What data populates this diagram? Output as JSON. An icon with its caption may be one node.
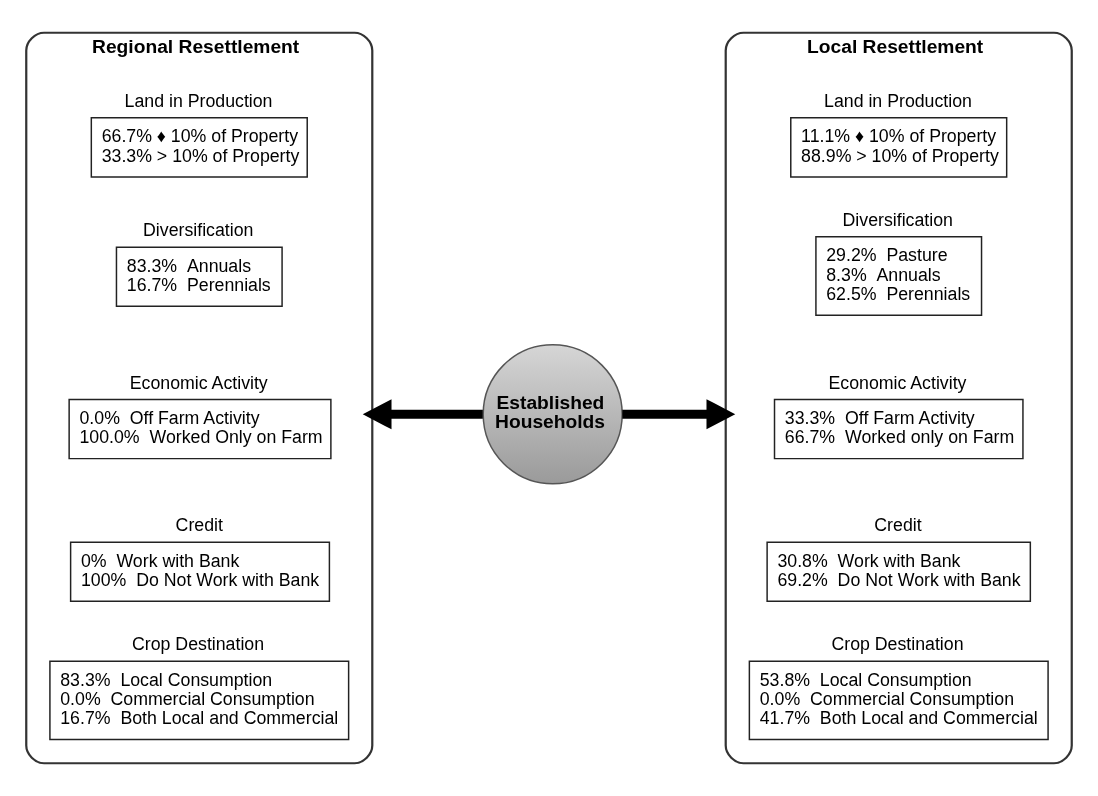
{
  "diagram": {
    "nodes": [
      {
        "text": [
          "Regional Resettlement"
        ]
      },
      {
        "text": [
          "Land in Production",
          "66.7% ♦ 10% of Property",
          "33.3% > 10% of Property"
        ],
        "in": 0
      },
      {
        "text": [
          "Diversification",
          "83.3%  Annuals",
          "16.7%  Perennials"
        ],
        "in": 0
      },
      {
        "text": [
          "Economic Activity",
          "0.0%  Off Farm Activity",
          "100.0%  Worked Only on Farm"
        ],
        "in": 0
      },
      {
        "text": [
          "Credit",
          "0%  Work with Bank",
          "100%  Do Not Work with Bank"
        ],
        "in": 0
      },
      {
        "text": [
          "Crop Destination",
          "83.3%  Local Consumption",
          "0.0%  Commercial Consumption",
          "16.7%  Both Local and Commercial"
        ],
        "in": 0
      },
      {
        "text": [
          "Established Households"
        ]
      },
      {
        "text": [
          "Local Resettlement"
        ]
      },
      {
        "text": [
          "Land in Production",
          "11.1% ♦ 10% of Property",
          "88.9% > 10% of Property"
        ],
        "in": 7
      },
      {
        "text": [
          "Diversification",
          "29.2%  Pasture",
          "8.3%  Annuals",
          "62.5%  Perennials"
        ],
        "in": 7
      },
      {
        "text": [
          "Economic Activity",
          "33.3%  Off Farm Activity",
          "66.7%  Worked only on Farm"
        ],
        "in": 7
      },
      {
        "text": [
          "Credit",
          "30.8%  Work with Bank",
          "69.2%  Do Not Work with Bank"
        ],
        "in": 7
      },
      {
        "text": [
          "Crop Destination",
          "53.8%  Local Consumption",
          "0.0%  Commercial Consumption",
          "41.7%  Both Local and Commercial"
        ],
        "in": 7
      }
    ],
    "edges": [
      {
        "from": 6,
        "to": 0,
        "arrow": "to"
      },
      {
        "from": 6,
        "to": 7,
        "arrow": "to"
      }
    ]
  }
}
